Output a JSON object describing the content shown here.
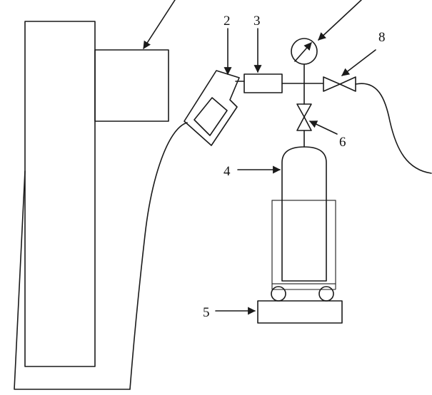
{
  "labels": {
    "l2": "2",
    "l3": "3",
    "l4": "4",
    "l5": "5",
    "l6": "6",
    "l8": "8"
  }
}
